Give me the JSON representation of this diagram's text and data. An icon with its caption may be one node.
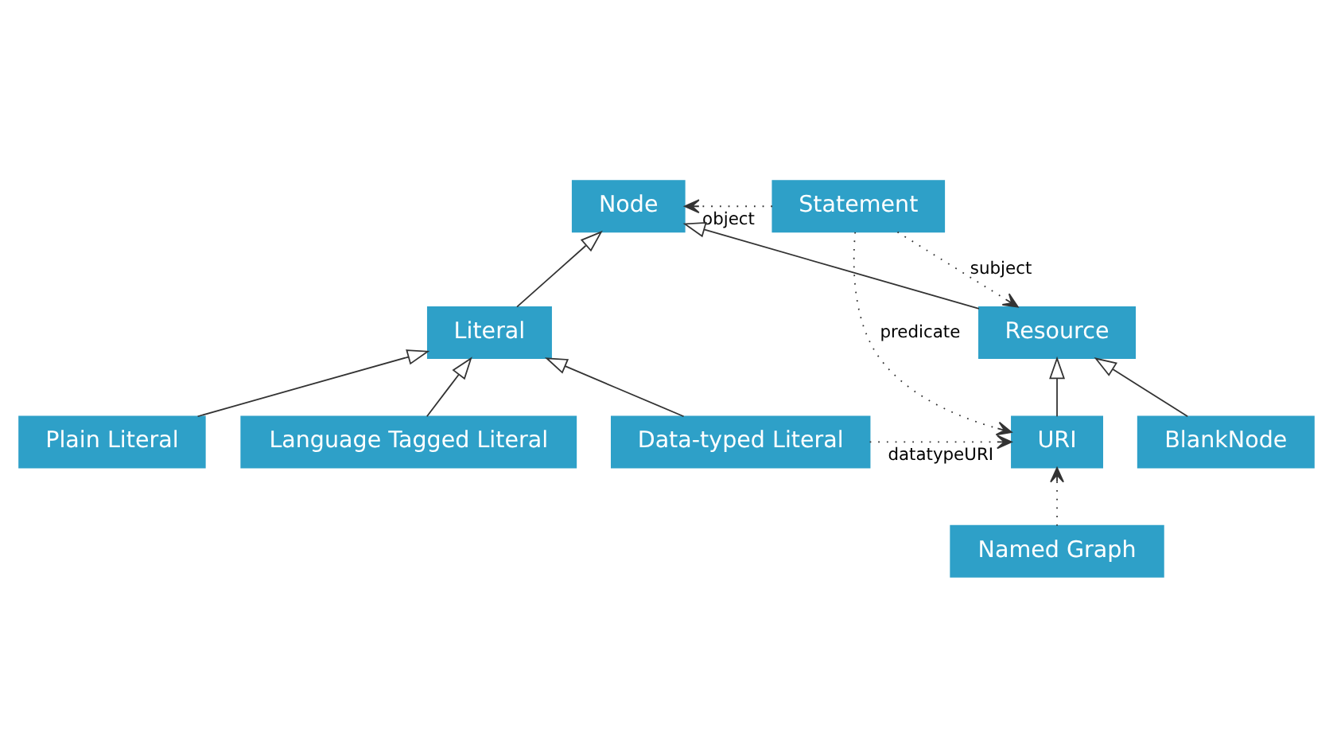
{
  "diagram": {
    "nodes": [
      {
        "text": [
          "Statement"
        ]
      },
      {
        "text": [
          "Node"
        ]
      },
      {
        "text": [
          "Resource"
        ]
      },
      {
        "text": [
          "Literal"
        ]
      },
      {
        "text": [
          "URI"
        ]
      },
      {
        "text": [
          "BlankNode"
        ]
      },
      {
        "text": [
          "Plain Literal"
        ]
      },
      {
        "text": [
          "Language Tagged Literal"
        ]
      },
      {
        "text": [
          "Data-typed Literal"
        ]
      },
      {
        "text": [
          "Named Graph"
        ]
      }
    ],
    "edges": [
      {
        "from": 0,
        "to": 1,
        "arrow": "to",
        "label": "object",
        "style": "dashed"
      },
      {
        "from": 0,
        "to": 2,
        "arrow": "to",
        "label": "subject",
        "style": "dashed"
      },
      {
        "from": 0,
        "to": 4,
        "arrow": "to",
        "label": "predicate",
        "style": "dashed"
      },
      {
        "from": 2,
        "to": 1,
        "arrow": "to"
      },
      {
        "from": 3,
        "to": 1,
        "arrow": "to"
      },
      {
        "from": 4,
        "to": 2,
        "arrow": "to"
      },
      {
        "from": 5,
        "to": 2,
        "arrow": "to"
      },
      {
        "from": 6,
        "to": 3,
        "arrow": "to"
      },
      {
        "from": 7,
        "to": 3,
        "arrow": "to"
      },
      {
        "from": 8,
        "to": 3,
        "arrow": "to"
      },
      {
        "from": 9,
        "to": 4,
        "arrow": "to",
        "style": "dashed"
      },
      {
        "from": 8,
        "to": 4,
        "arrow": "to",
        "label": "datatypeURI",
        "style": "dashed"
      }
    ]
  }
}
